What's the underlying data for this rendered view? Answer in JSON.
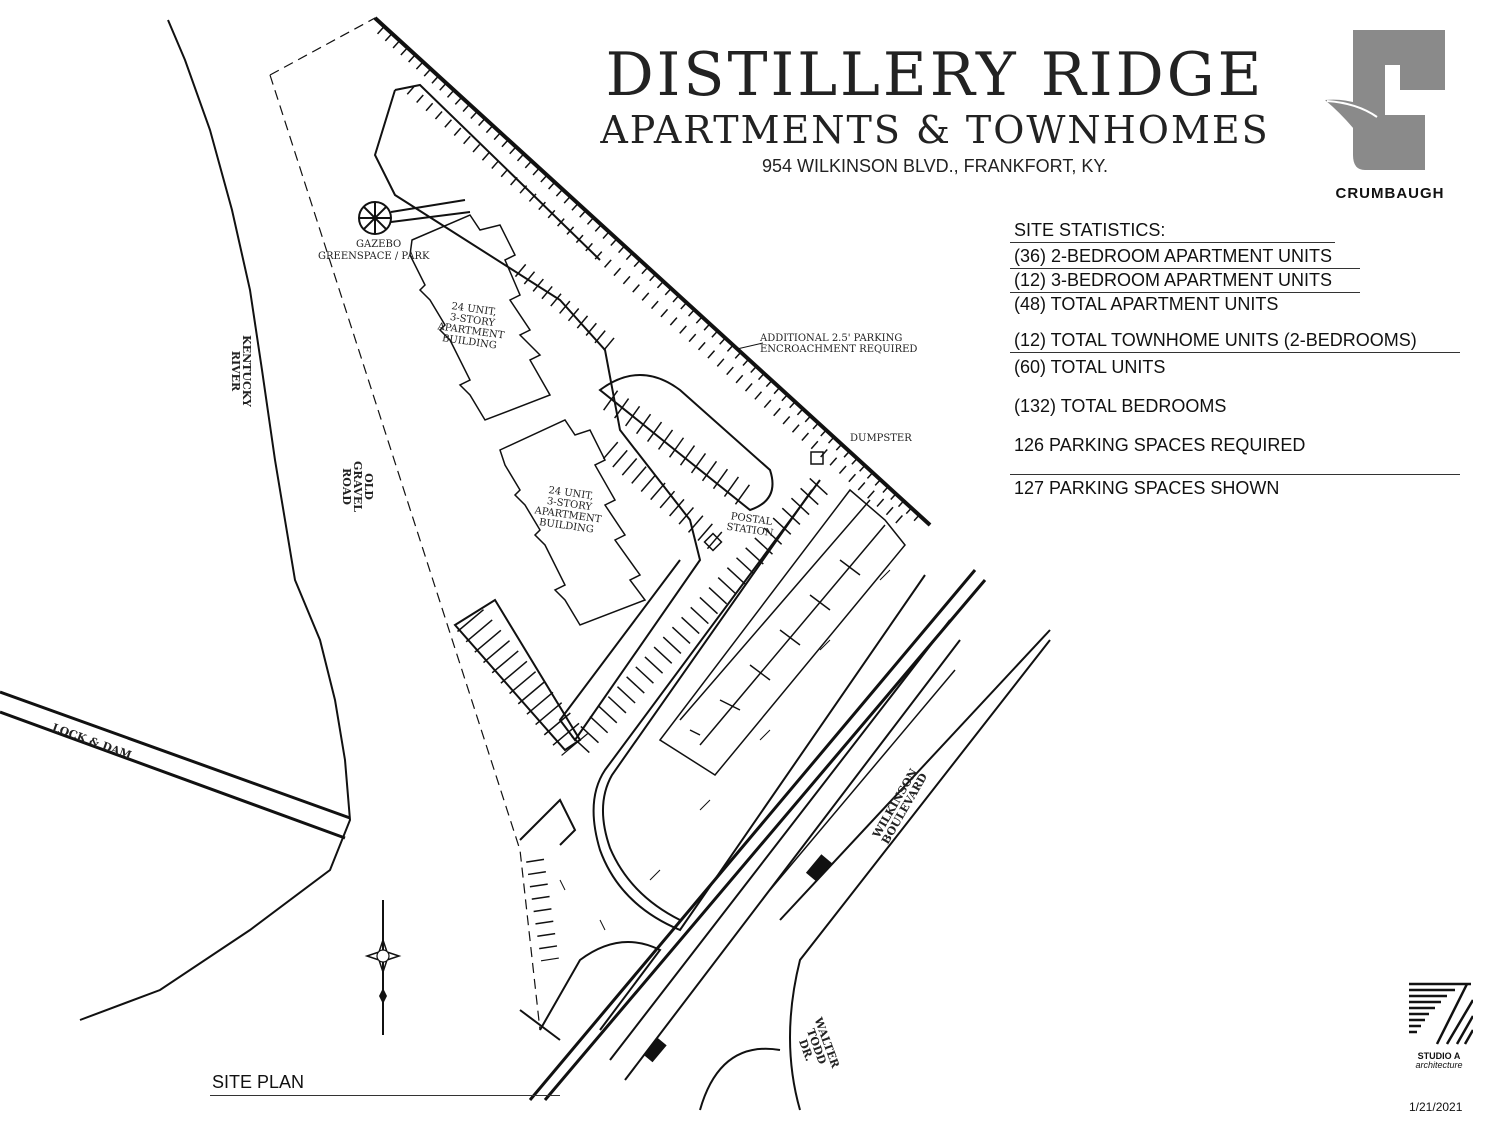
{
  "header": {
    "title": "DISTILLERY RIDGE",
    "subtitle": "APARTMENTS & TOWNHOMES",
    "address": "954 WILKINSON BLVD., FRANKFORT, KY."
  },
  "brand": {
    "name": "CRUMBAUGH",
    "logo_color": "#8a8a8a"
  },
  "site_statistics": {
    "heading": "SITE STATISTICS:",
    "items": [
      "(36) 2-BEDROOM APARTMENT UNITS",
      "(12) 3-BEDROOM APARTMENT UNITS",
      "(48) TOTAL APARTMENT UNITS",
      "(12) TOTAL TOWNHOME UNITS (2-BEDROOMS)",
      "(60) TOTAL UNITS",
      "(132) TOTAL BEDROOMS",
      "126 PARKING SPACES REQUIRED",
      "127 PARKING SPACES SHOWN"
    ]
  },
  "map_labels": {
    "gazebo": "GAZEBO",
    "greenspace": "GREENSPACE / PARK",
    "building_1": [
      "24 UNIT,",
      "3-STORY",
      "APARTMENT",
      "BUILDING"
    ],
    "building_2": [
      "24 UNIT,",
      "3-STORY",
      "APARTMENT",
      "BUILDING"
    ],
    "encroachment": [
      "ADDITIONAL 2.5' PARKING",
      "ENCROACHMENT REQUIRED"
    ],
    "dumpster": "DUMPSTER",
    "postal": [
      "POSTAL",
      "STATION"
    ],
    "river": [
      "KENTUCKY",
      "RIVER"
    ],
    "gravel_road": [
      "OLD",
      "GRAVEL",
      "ROAD"
    ],
    "lock_dam": "LOCK & DAM",
    "wilkinson": [
      "WILKINSON",
      "BOULEVARD"
    ],
    "walter_todd": [
      "WALTER",
      "TODD",
      "DR."
    ]
  },
  "footer": {
    "site_plan": "SITE PLAN",
    "studio": [
      "STUDIO A",
      "architecture"
    ],
    "date": "1/21/2021"
  },
  "icons": [
    "compass-icon",
    "crumbaugh-logo-icon",
    "studio-a-logo-icon"
  ]
}
